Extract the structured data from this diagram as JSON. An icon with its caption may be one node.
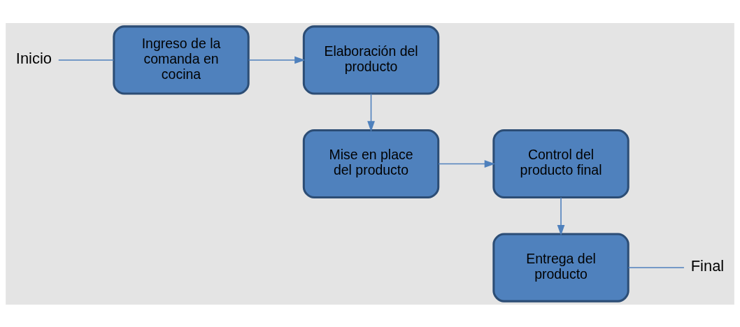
{
  "diagram": {
    "nodes": [
      {
        "text": [
          "Inicio"
        ]
      },
      {
        "text": [
          "Ingreso de la comanda en cocina"
        ]
      },
      {
        "text": [
          "Elaboración del producto"
        ]
      },
      {
        "text": [
          "Final"
        ]
      },
      {
        "text": [
          "Entrega del producto"
        ]
      },
      {
        "text": [
          "Control del producto final"
        ]
      },
      {
        "text": [
          "Mise en place del producto"
        ]
      }
    ],
    "edges": [
      {
        "from": 0,
        "to": 1,
        "arrow": "none"
      },
      {
        "from": 1,
        "to": 2,
        "arrow": "to"
      },
      {
        "from": 2,
        "to": 6,
        "arrow": "to"
      },
      {
        "from": 6,
        "to": 5,
        "arrow": "to"
      },
      {
        "from": 5,
        "to": 4,
        "arrow": "to"
      },
      {
        "from": 4,
        "to": 3,
        "arrow": "none"
      }
    ]
  }
}
